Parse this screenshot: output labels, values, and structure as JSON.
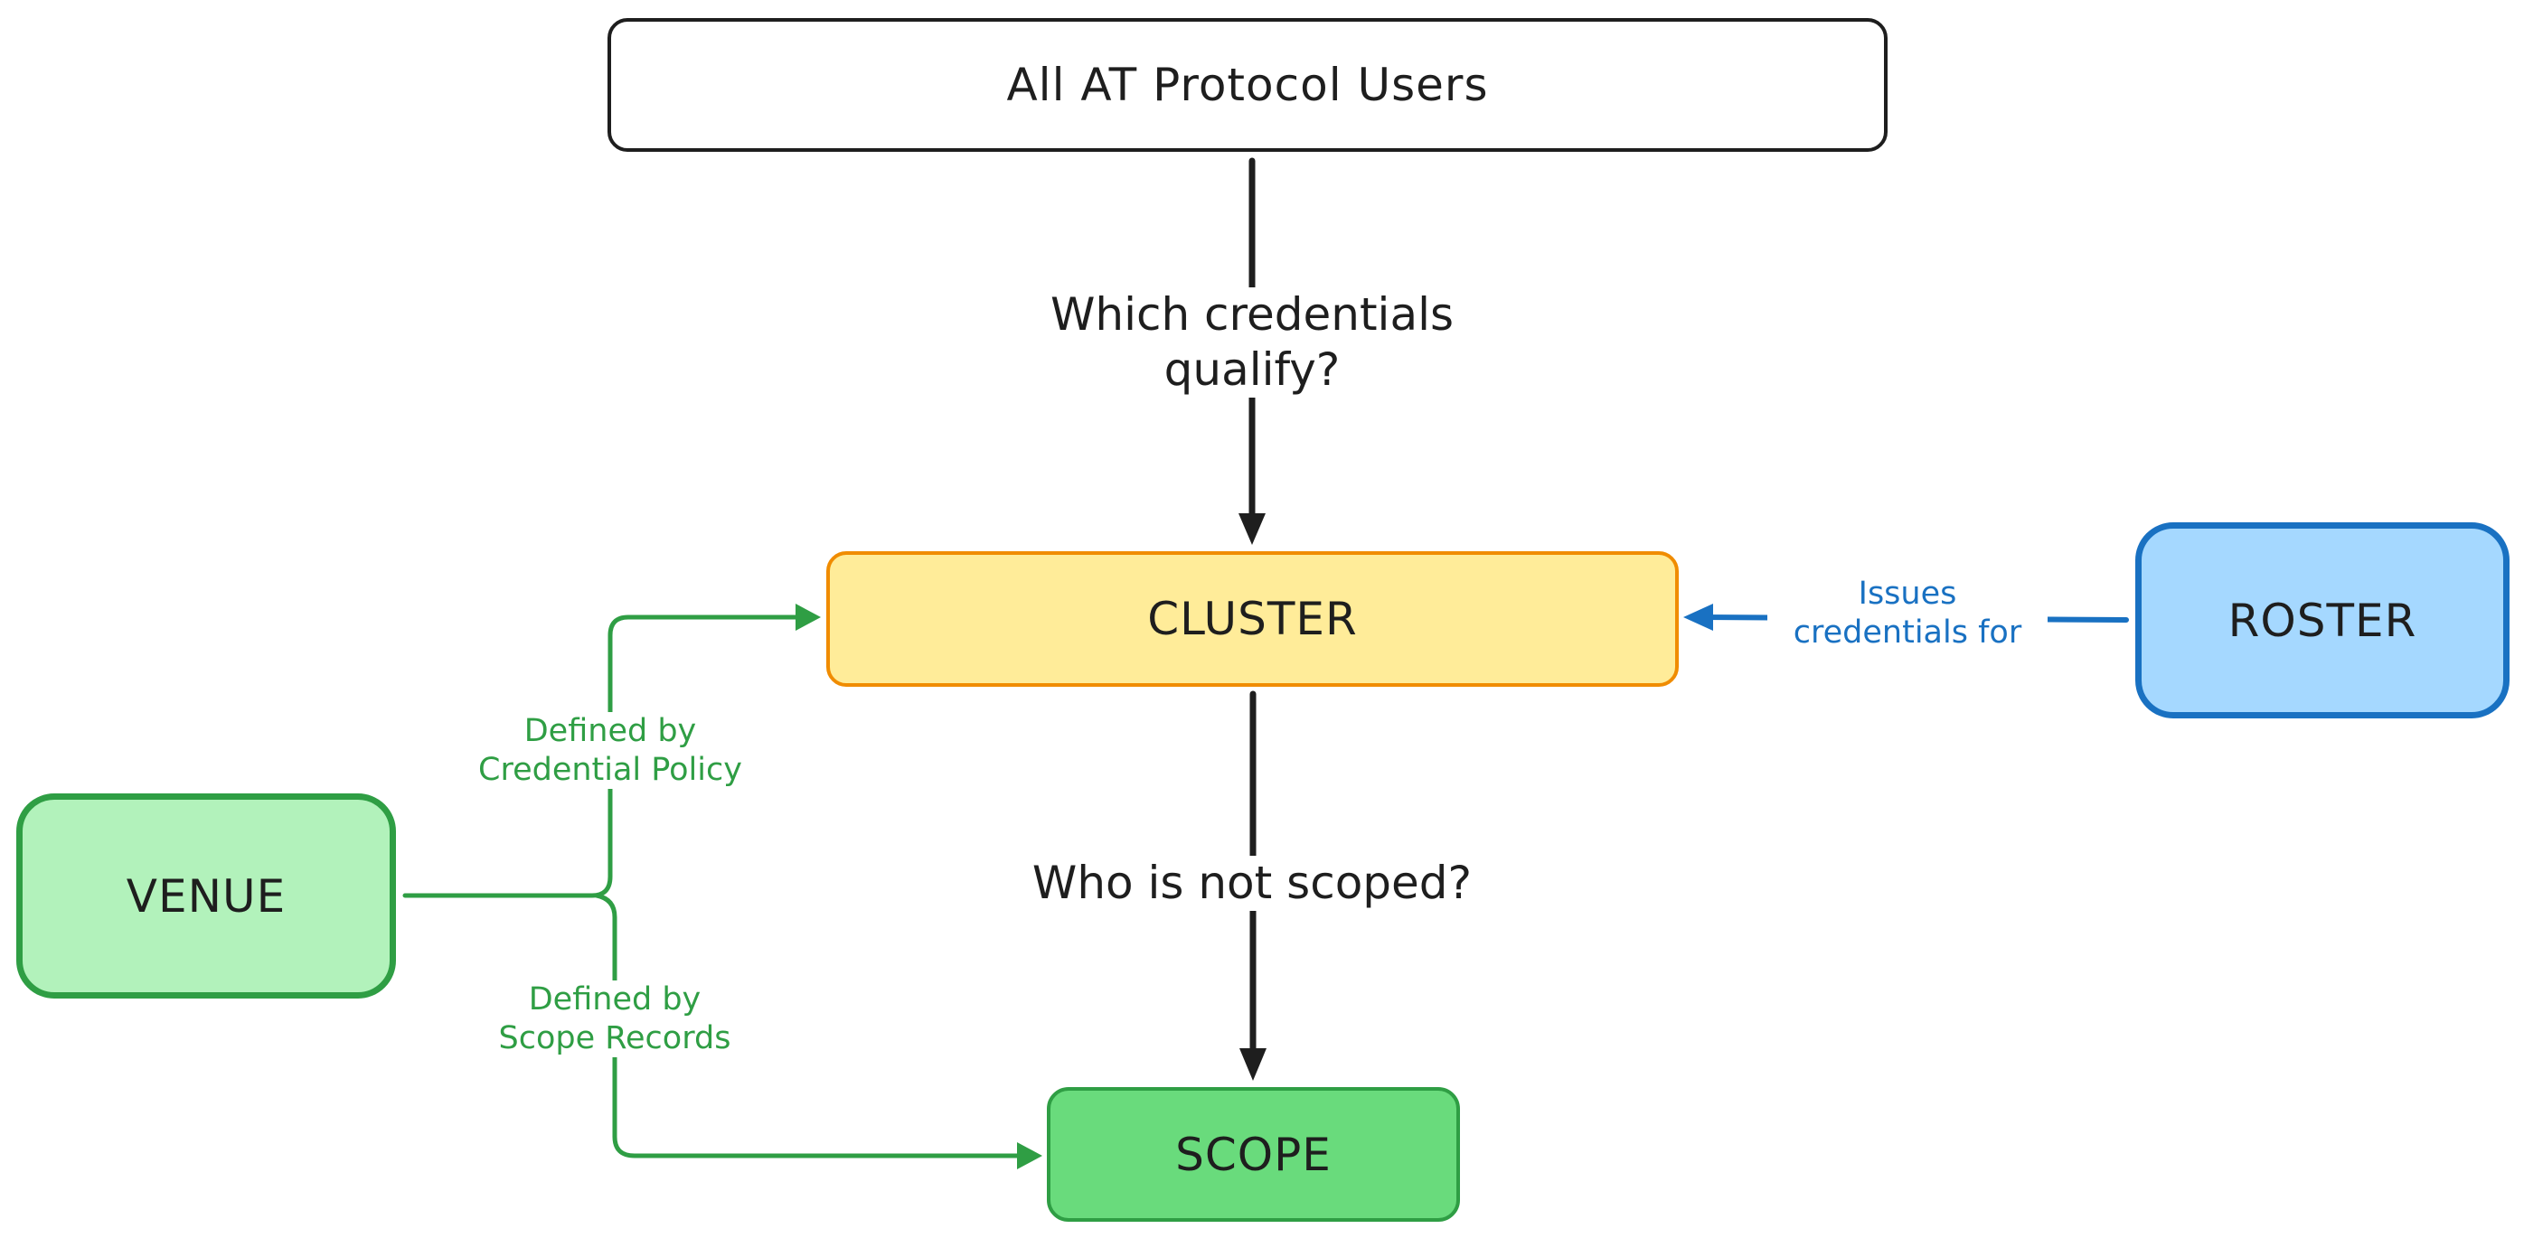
{
  "nodes": {
    "users": {
      "label": "All AT Protocol Users",
      "fill": "#ffffff",
      "stroke": "#1e1e1e"
    },
    "cluster": {
      "label": "CLUSTER",
      "fill": "#ffec99",
      "stroke": "#f08c00"
    },
    "roster": {
      "label": "ROSTER",
      "fill": "#a5d8ff",
      "stroke": "#1971c2"
    },
    "venue": {
      "label": "VENUE",
      "fill": "#b2f2bb",
      "stroke": "#2f9e44"
    },
    "scope": {
      "label": "SCOPE",
      "fill": "#69db7c",
      "stroke": "#2f9e44"
    }
  },
  "edges": {
    "users_to_cluster": {
      "label_line1": "Which credentials",
      "label_line2": "qualify?",
      "color": "#1e1e1e"
    },
    "cluster_to_scope": {
      "label_line1": "Who is not scoped?",
      "color": "#1e1e1e"
    },
    "roster_to_cluster": {
      "label_line1": "Issues",
      "label_line2": "credentials for",
      "color": "#1971c2"
    },
    "venue_to_cluster": {
      "label_line1": "Defined by",
      "label_line2": "Credential Policy",
      "color": "#2f9e44"
    },
    "venue_to_scope": {
      "label_line1": "Defined by",
      "label_line2": "Scope Records",
      "color": "#2f9e44"
    }
  }
}
